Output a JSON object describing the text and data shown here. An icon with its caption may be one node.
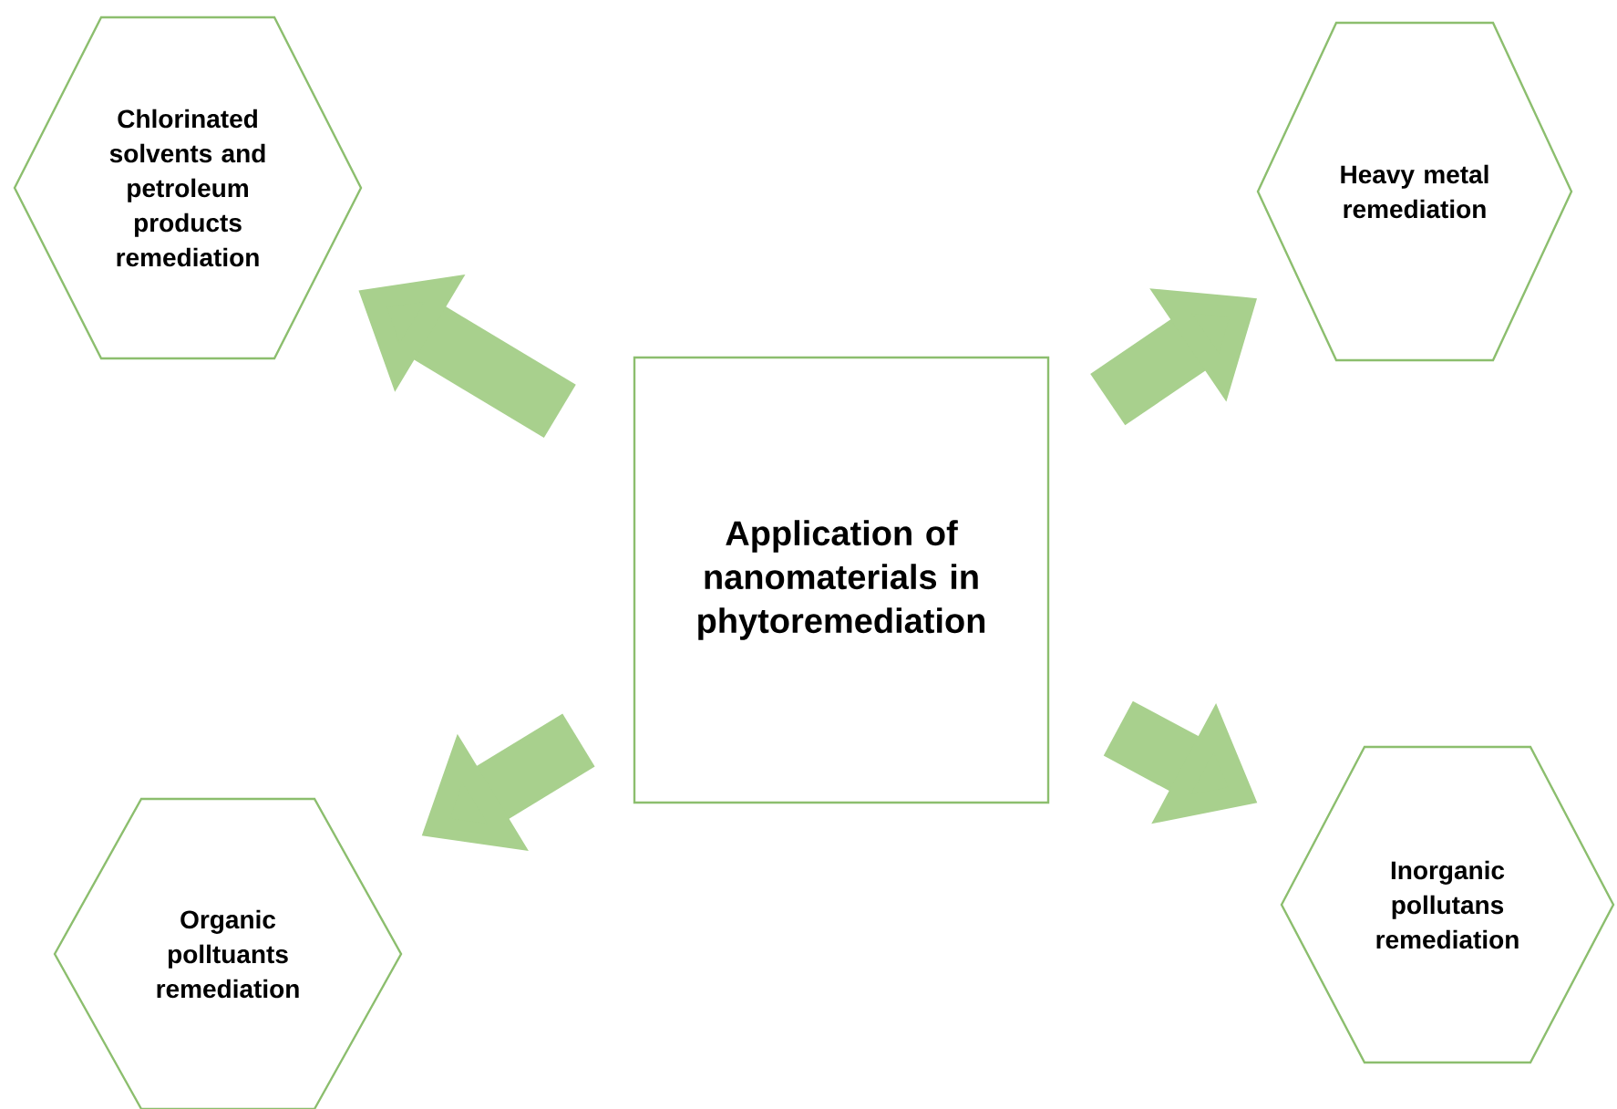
{
  "diagram": {
    "nodes": [
      {
        "text": [
          "Application of nanomaterials in phytoremediation"
        ]
      },
      {
        "text": [
          "Chlorinated solvents and petroleum products remediation"
        ]
      },
      {
        "text": [
          "Heavy metal remediation"
        ]
      },
      {
        "text": [
          "Organic polltuants remediation"
        ]
      },
      {
        "text": [
          "Inorganic pollutans remediation"
        ]
      }
    ],
    "edges": [
      {
        "from": 0,
        "to": 1,
        "arrow": "to"
      },
      {
        "from": 0,
        "to": 2,
        "arrow": "to"
      },
      {
        "from": 0,
        "to": 3,
        "arrow": "to"
      },
      {
        "from": 0,
        "to": 4,
        "arrow": "to"
      }
    ]
  }
}
